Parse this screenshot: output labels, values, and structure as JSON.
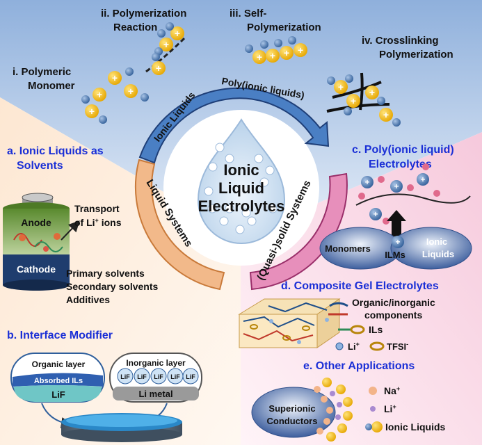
{
  "center": {
    "line1": "Ionic",
    "line2": "Liquid",
    "line3": "Electrolytes"
  },
  "arcs": {
    "ionic_liquids": "Ionic Liquids",
    "poly_ionic": "Poly(ionic liquids)",
    "liquid_systems": "Liquid Systems",
    "quasi_solid": "(Quasi-)solid Systems"
  },
  "top": {
    "i_l1": "i. Polymeric",
    "i_l2": "Monomer",
    "ii_l1": "ii. Polymerization",
    "ii_l2": "Reaction",
    "iii_l1": "iii. Self-",
    "iii_l2": "Polymerization",
    "iv_l1": "iv. Crosslinking",
    "iv_l2": "Polymerization"
  },
  "section_a": {
    "title_l1": "a. Ionic Liquids as",
    "title_l2": "Solvents",
    "anode": "Anode",
    "cathode": "Cathode",
    "transport_l1": "Transport",
    "transport_l2": "of Li",
    "transport_sup": "+",
    "transport_l2b": " ions",
    "solvent_1": "Primary solvents",
    "solvent_2": "Secondary solvents",
    "solvent_3": "Additives"
  },
  "section_b": {
    "title": "b. Interface Modifier",
    "organic_layer": "Organic layer",
    "absorbed": "Absorbed ILs",
    "lif": "LiF",
    "inorganic_layer": "Inorganic layer",
    "lif_small": "LiF",
    "li_metal": "Li metal"
  },
  "section_c": {
    "title_l1": "c. Poly(ionic liquid)",
    "title_l2": "Electrolytes",
    "monomers": "Monomers",
    "ilms": "ILMs",
    "ionic_l1": "Ionic",
    "ionic_l2": "Liquids"
  },
  "section_d": {
    "title": "d. Composite Gel Electrolytes",
    "comp_l1": "Organic/inorganic",
    "comp_l2": "components",
    "ils": "ILs",
    "li": "Li",
    "li_sup": "+",
    "tfsi": "TFSI",
    "tfsi_sup": "-"
  },
  "section_e": {
    "title": "e. Other Applications",
    "sc_l1": "Superionic",
    "sc_l2": "Conductors",
    "na": "Na",
    "na_sup": "+",
    "li": "Li",
    "li_sup": "+",
    "il": "Ionic Liquids"
  },
  "colors": {
    "heading_blue": "#1a2fd6",
    "cation_yellow": "#f2b705",
    "anion_blue": "#2f5f9c",
    "arc_blue": "#3b6fb6",
    "arc_orange": "#f0b784",
    "arc_pink": "#e58bb6"
  }
}
